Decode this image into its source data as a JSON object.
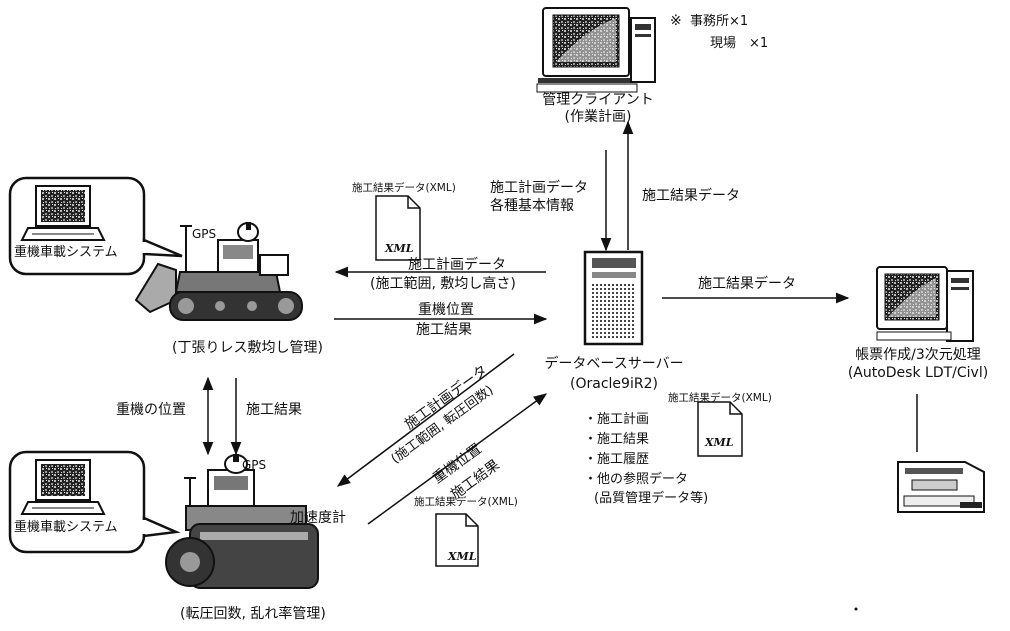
{
  "note": {
    "mark": "※",
    "line1": "事務所×1",
    "line2": "現場　×1"
  },
  "client": {
    "line1": "管理クライアント",
    "line2": "(作業計画)"
  },
  "server": {
    "line1": "データベースサーバー",
    "line2": "(Oracle9iR2)"
  },
  "report": {
    "line1": "帳票作成/3次元処理",
    "line2": "(AutoDesk LDT/Civl)"
  },
  "bulldozer": {
    "gps": "GPS",
    "caption": "(丁張りレス敷均し管理)"
  },
  "roller": {
    "gps": "GPS",
    "accel": "加速度計",
    "caption": "(転圧回数, 乱れ率管理)"
  },
  "onboard": {
    "label1": "重機車載システム",
    "label2": "重機車載システム"
  },
  "xml_doc": {
    "label": "XML"
  },
  "arrows": {
    "client_down_1": "施工計画データ",
    "client_down_2": "各種基本情報",
    "client_up": "施工結果データ",
    "xml_label_1": "施工結果データ(XML)",
    "to_dozer_1": "施工計画データ",
    "to_dozer_2": "(施工範囲, 敷均し高さ)",
    "from_dozer_1": "重機位置",
    "from_dozer_2": "施工結果",
    "to_report": "施工結果データ",
    "vert_left": "重機の位置",
    "vert_right": "施工結果",
    "to_roller_1": "施工計画データ",
    "to_roller_2": "(施工範囲, 転圧回数)",
    "from_roller_1": "重機位置",
    "from_roller_2": "施工結果",
    "xml_label_2": "施工結果データ(XML)",
    "xml_label_3": "施工結果データ(XML)"
  },
  "db_contents": {
    "items": [
      "・施工計画",
      "・施工結果",
      "・施工履歴",
      "・他の参照データ"
    ],
    "sub": "(品質管理データ等)"
  }
}
